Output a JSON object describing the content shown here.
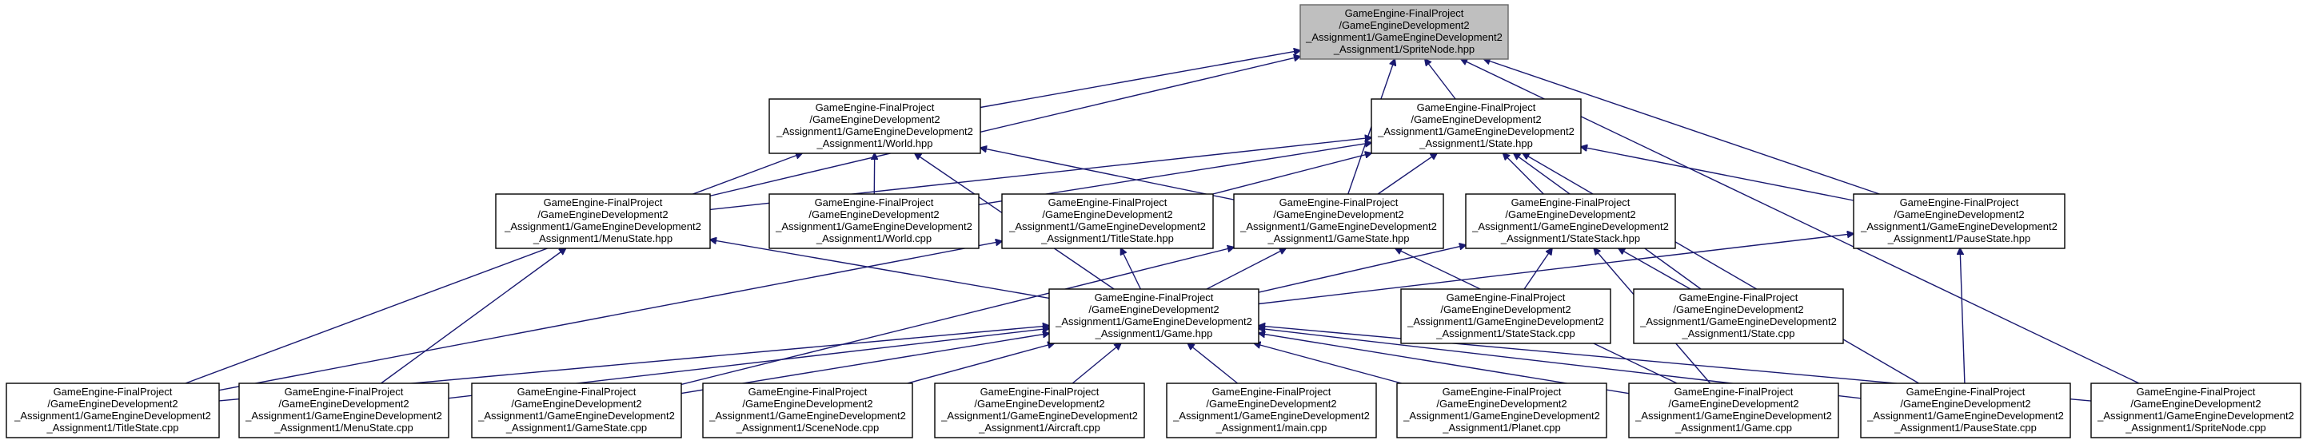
{
  "diagram": {
    "nodes": [
      {
        "id": "spritenode_hpp",
        "root": true,
        "lines": [
          "GameEngine-FinalProject",
          "/GameEngineDevelopment2",
          "_Assignment1/GameEngineDevelopment2",
          "_Assignment1/SpriteNode.hpp"
        ]
      },
      {
        "id": "world_hpp",
        "lines": [
          "GameEngine-FinalProject",
          "/GameEngineDevelopment2",
          "_Assignment1/GameEngineDevelopment2",
          "_Assignment1/World.hpp"
        ]
      },
      {
        "id": "state_hpp",
        "lines": [
          "GameEngine-FinalProject",
          "/GameEngineDevelopment2",
          "_Assignment1/GameEngineDevelopment2",
          "_Assignment1/State.hpp"
        ]
      },
      {
        "id": "menustate_hpp",
        "lines": [
          "GameEngine-FinalProject",
          "/GameEngineDevelopment2",
          "_Assignment1/GameEngineDevelopment2",
          "_Assignment1/MenuState.hpp"
        ]
      },
      {
        "id": "world_cpp",
        "lines": [
          "GameEngine-FinalProject",
          "/GameEngineDevelopment2",
          "_Assignment1/GameEngineDevelopment2",
          "_Assignment1/World.cpp"
        ]
      },
      {
        "id": "titlestate_hpp",
        "lines": [
          "GameEngine-FinalProject",
          "/GameEngineDevelopment2",
          "_Assignment1/GameEngineDevelopment2",
          "_Assignment1/TitleState.hpp"
        ]
      },
      {
        "id": "gamestate_hpp",
        "lines": [
          "GameEngine-FinalProject",
          "/GameEngineDevelopment2",
          "_Assignment1/GameEngineDevelopment2",
          "_Assignment1/GameState.hpp"
        ]
      },
      {
        "id": "statestack_hpp",
        "lines": [
          "GameEngine-FinalProject",
          "/GameEngineDevelopment2",
          "_Assignment1/GameEngineDevelopment2",
          "_Assignment1/StateStack.hpp"
        ]
      },
      {
        "id": "pausestate_hpp",
        "lines": [
          "GameEngine-FinalProject",
          "/GameEngineDevelopment2",
          "_Assignment1/GameEngineDevelopment2",
          "_Assignment1/PauseState.hpp"
        ]
      },
      {
        "id": "game_hpp",
        "lines": [
          "GameEngine-FinalProject",
          "/GameEngineDevelopment2",
          "_Assignment1/GameEngineDevelopment2",
          "_Assignment1/Game.hpp"
        ]
      },
      {
        "id": "statestack_cpp",
        "lines": [
          "GameEngine-FinalProject",
          "/GameEngineDevelopment2",
          "_Assignment1/GameEngineDevelopment2",
          "_Assignment1/StateStack.cpp"
        ]
      },
      {
        "id": "state_cpp",
        "lines": [
          "GameEngine-FinalProject",
          "/GameEngineDevelopment2",
          "_Assignment1/GameEngineDevelopment2",
          "_Assignment1/State.cpp"
        ]
      },
      {
        "id": "titlestate_cpp",
        "lines": [
          "GameEngine-FinalProject",
          "/GameEngineDevelopment2",
          "_Assignment1/GameEngineDevelopment2",
          "_Assignment1/TitleState.cpp"
        ]
      },
      {
        "id": "menustate_cpp",
        "lines": [
          "GameEngine-FinalProject",
          "/GameEngineDevelopment2",
          "_Assignment1/GameEngineDevelopment2",
          "_Assignment1/MenuState.cpp"
        ]
      },
      {
        "id": "gamestate_cpp",
        "lines": [
          "GameEngine-FinalProject",
          "/GameEngineDevelopment2",
          "_Assignment1/GameEngineDevelopment2",
          "_Assignment1/GameState.cpp"
        ]
      },
      {
        "id": "scenenode_cpp",
        "lines": [
          "GameEngine-FinalProject",
          "/GameEngineDevelopment2",
          "_Assignment1/GameEngineDevelopment2",
          "_Assignment1/SceneNode.cpp"
        ]
      },
      {
        "id": "aircraft_cpp",
        "lines": [
          "GameEngine-FinalProject",
          "/GameEngineDevelopment2",
          "_Assignment1/GameEngineDevelopment2",
          "_Assignment1/Aircraft.cpp"
        ]
      },
      {
        "id": "main_cpp",
        "lines": [
          "GameEngine-FinalProject",
          "/GameEngineDevelopment2",
          "_Assignment1/GameEngineDevelopment2",
          "_Assignment1/main.cpp"
        ]
      },
      {
        "id": "planet_cpp",
        "lines": [
          "GameEngine-FinalProject",
          "/GameEngineDevelopment2",
          "_Assignment1/GameEngineDevelopment2",
          "_Assignment1/Planet.cpp"
        ]
      },
      {
        "id": "game_cpp",
        "lines": [
          "GameEngine-FinalProject",
          "/GameEngineDevelopment2",
          "_Assignment1/GameEngineDevelopment2",
          "_Assignment1/Game.cpp"
        ]
      },
      {
        "id": "pausestate_cpp",
        "lines": [
          "GameEngine-FinalProject",
          "/GameEngineDevelopment2",
          "_Assignment1/GameEngineDevelopment2",
          "_Assignment1/PauseState.cpp"
        ]
      },
      {
        "id": "spritenode_cpp",
        "lines": [
          "GameEngine-FinalProject",
          "/GameEngineDevelopment2",
          "_Assignment1/GameEngineDevelopment2",
          "_Assignment1/SpriteNode.cpp"
        ]
      }
    ],
    "edges": [
      [
        "world_hpp",
        "spritenode_hpp"
      ],
      [
        "state_hpp",
        "spritenode_hpp"
      ],
      [
        "menustate_hpp",
        "spritenode_hpp"
      ],
      [
        "gamestate_hpp",
        "spritenode_hpp"
      ],
      [
        "pausestate_hpp",
        "spritenode_hpp"
      ],
      [
        "spritenode_cpp",
        "spritenode_hpp"
      ],
      [
        "world_cpp",
        "world_hpp"
      ],
      [
        "gamestate_hpp",
        "world_hpp"
      ],
      [
        "game_hpp",
        "world_hpp"
      ],
      [
        "titlestate_cpp",
        "world_hpp"
      ],
      [
        "menustate_hpp",
        "state_hpp"
      ],
      [
        "world_cpp",
        "state_hpp"
      ],
      [
        "titlestate_hpp",
        "state_hpp"
      ],
      [
        "gamestate_hpp",
        "state_hpp"
      ],
      [
        "statestack_hpp",
        "state_hpp"
      ],
      [
        "pausestate_hpp",
        "state_hpp"
      ],
      [
        "state_cpp",
        "state_hpp"
      ],
      [
        "pausestate_cpp",
        "state_hpp"
      ],
      [
        "game_hpp",
        "menustate_hpp"
      ],
      [
        "menustate_cpp",
        "menustate_hpp"
      ],
      [
        "game_hpp",
        "titlestate_hpp"
      ],
      [
        "titlestate_cpp",
        "titlestate_hpp"
      ],
      [
        "game_hpp",
        "gamestate_hpp"
      ],
      [
        "gamestate_cpp",
        "gamestate_hpp"
      ],
      [
        "game_cpp",
        "gamestate_hpp"
      ],
      [
        "game_hpp",
        "statestack_hpp"
      ],
      [
        "statestack_cpp",
        "statestack_hpp"
      ],
      [
        "state_cpp",
        "statestack_hpp"
      ],
      [
        "game_cpp",
        "statestack_hpp"
      ],
      [
        "game_hpp",
        "pausestate_hpp"
      ],
      [
        "pausestate_cpp",
        "pausestate_hpp"
      ],
      [
        "titlestate_cpp",
        "game_hpp"
      ],
      [
        "menustate_cpp",
        "game_hpp"
      ],
      [
        "gamestate_cpp",
        "game_hpp"
      ],
      [
        "scenenode_cpp",
        "game_hpp"
      ],
      [
        "aircraft_cpp",
        "game_hpp"
      ],
      [
        "main_cpp",
        "game_hpp"
      ],
      [
        "planet_cpp",
        "game_hpp"
      ],
      [
        "game_cpp",
        "game_hpp"
      ],
      [
        "pausestate_cpp",
        "game_hpp"
      ],
      [
        "spritenode_cpp",
        "game_hpp"
      ]
    ]
  },
  "colors": {
    "edge": "#191970",
    "root_fill": "#bfbfbf",
    "node_fill": "#ffffff",
    "node_border": "#000000"
  }
}
